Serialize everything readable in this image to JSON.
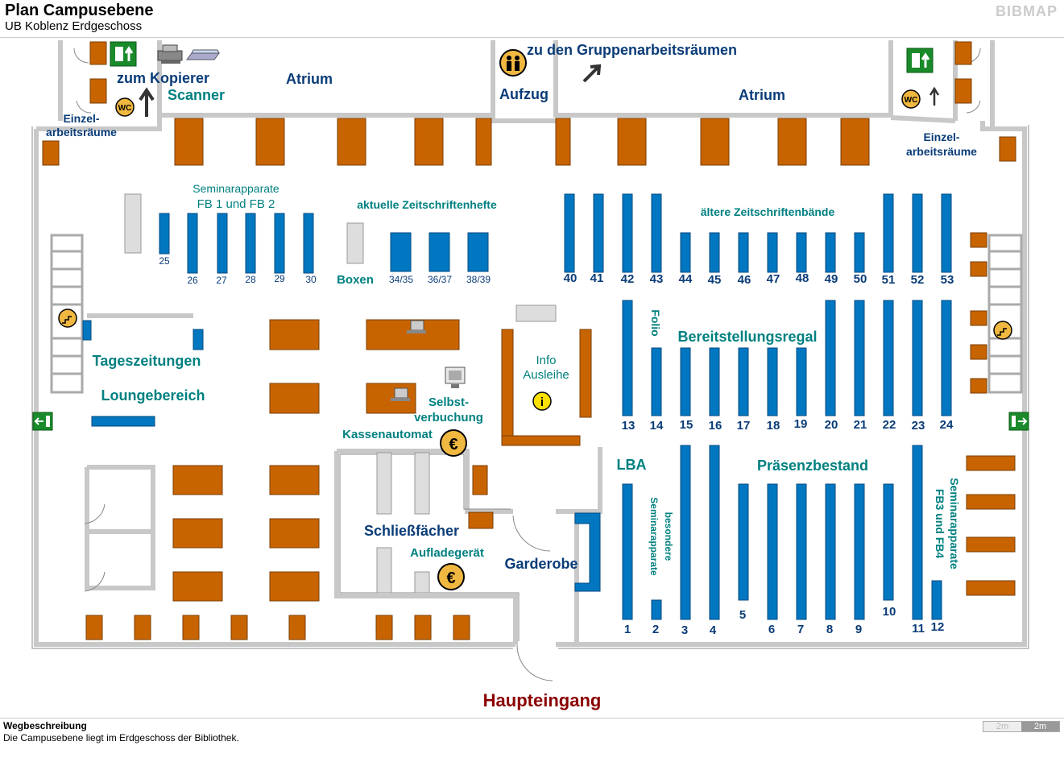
{
  "header": {
    "title": "Plan Campusebene",
    "subtitle": "UB Koblenz Erdgeschoss",
    "brand": "BIBMAP"
  },
  "footer": {
    "title": "Wegbeschreibung",
    "text": "Die Campusebene liegt im Erdgeschoss der Bibliothek.",
    "scale_a": "2m",
    "scale_b": "2m"
  },
  "colors": {
    "shelf": "#0077c0",
    "furniture": "#c86400",
    "wall": "#cccccc",
    "label_green": "#008080",
    "label_blue": "#0a3c78",
    "entrance_red": "#8b0000",
    "bg": "#ffffff"
  },
  "labels": {
    "zum_kopierer": "zum Kopierer",
    "scanner": "Scanner",
    "atrium_left": "Atrium",
    "atrium_right": "Atrium",
    "gruppen": "zu den Gruppenarbeitsräumen",
    "aufzug": "Aufzug",
    "einzel_left_1": "Einzel-",
    "einzel_left_2": "arbeitsräume",
    "einzel_right_1": "Einzel-",
    "einzel_right_2": "arbeitsräume",
    "seminar_fb12_1": "Seminarapparate",
    "seminar_fb12_2": "FB 1 und FB 2",
    "zeitschriftenhefte": "aktuelle Zeitschriftenhefte",
    "zeitschriftenbaende": "ältere Zeitschriftenbände",
    "boxen": "Boxen",
    "tageszeitungen": "Tageszeitungen",
    "loungebereich": "Loungebereich",
    "folio": "Folio",
    "bereitstellung": "Bereitstellungsregal",
    "info_1": "Info",
    "info_2": "Ausleihe",
    "selbst_1": "Selbst-",
    "selbst_2": "verbuchung",
    "kassenautomat": "Kassenautomat",
    "lba": "LBA",
    "praesenz": "Präsenzbestand",
    "schliess": "Schließfächer",
    "aufladegeraet": "Aufladegerät",
    "garderobe": "Garderobe",
    "besondere_1": "besondere",
    "besondere_2": "Seminarapparate",
    "seminar_fb34_1": "Seminarapparate",
    "seminar_fb34_2": "FB3 und FB4",
    "haupteingang": "Haupteingang",
    "wc": "WC"
  },
  "shelves": [
    {
      "n": "25"
    },
    {
      "n": "26"
    },
    {
      "n": "27"
    },
    {
      "n": "28"
    },
    {
      "n": "29"
    },
    {
      "n": "30"
    },
    {
      "n": "34/35"
    },
    {
      "n": "36/37"
    },
    {
      "n": "38/39"
    },
    {
      "n": "40"
    },
    {
      "n": "41"
    },
    {
      "n": "42"
    },
    {
      "n": "43"
    },
    {
      "n": "44"
    },
    {
      "n": "45"
    },
    {
      "n": "46"
    },
    {
      "n": "47"
    },
    {
      "n": "48"
    },
    {
      "n": "49"
    },
    {
      "n": "50"
    },
    {
      "n": "51"
    },
    {
      "n": "52"
    },
    {
      "n": "53"
    },
    {
      "n": "13"
    },
    {
      "n": "14"
    },
    {
      "n": "15"
    },
    {
      "n": "16"
    },
    {
      "n": "17"
    },
    {
      "n": "18"
    },
    {
      "n": "19"
    },
    {
      "n": "20"
    },
    {
      "n": "21"
    },
    {
      "n": "22"
    },
    {
      "n": "23"
    },
    {
      "n": "24"
    },
    {
      "n": "1"
    },
    {
      "n": "2"
    },
    {
      "n": "3"
    },
    {
      "n": "4"
    },
    {
      "n": "5"
    },
    {
      "n": "6"
    },
    {
      "n": "7"
    },
    {
      "n": "8"
    },
    {
      "n": "9"
    },
    {
      "n": "10"
    },
    {
      "n": "11"
    },
    {
      "n": "12"
    }
  ]
}
